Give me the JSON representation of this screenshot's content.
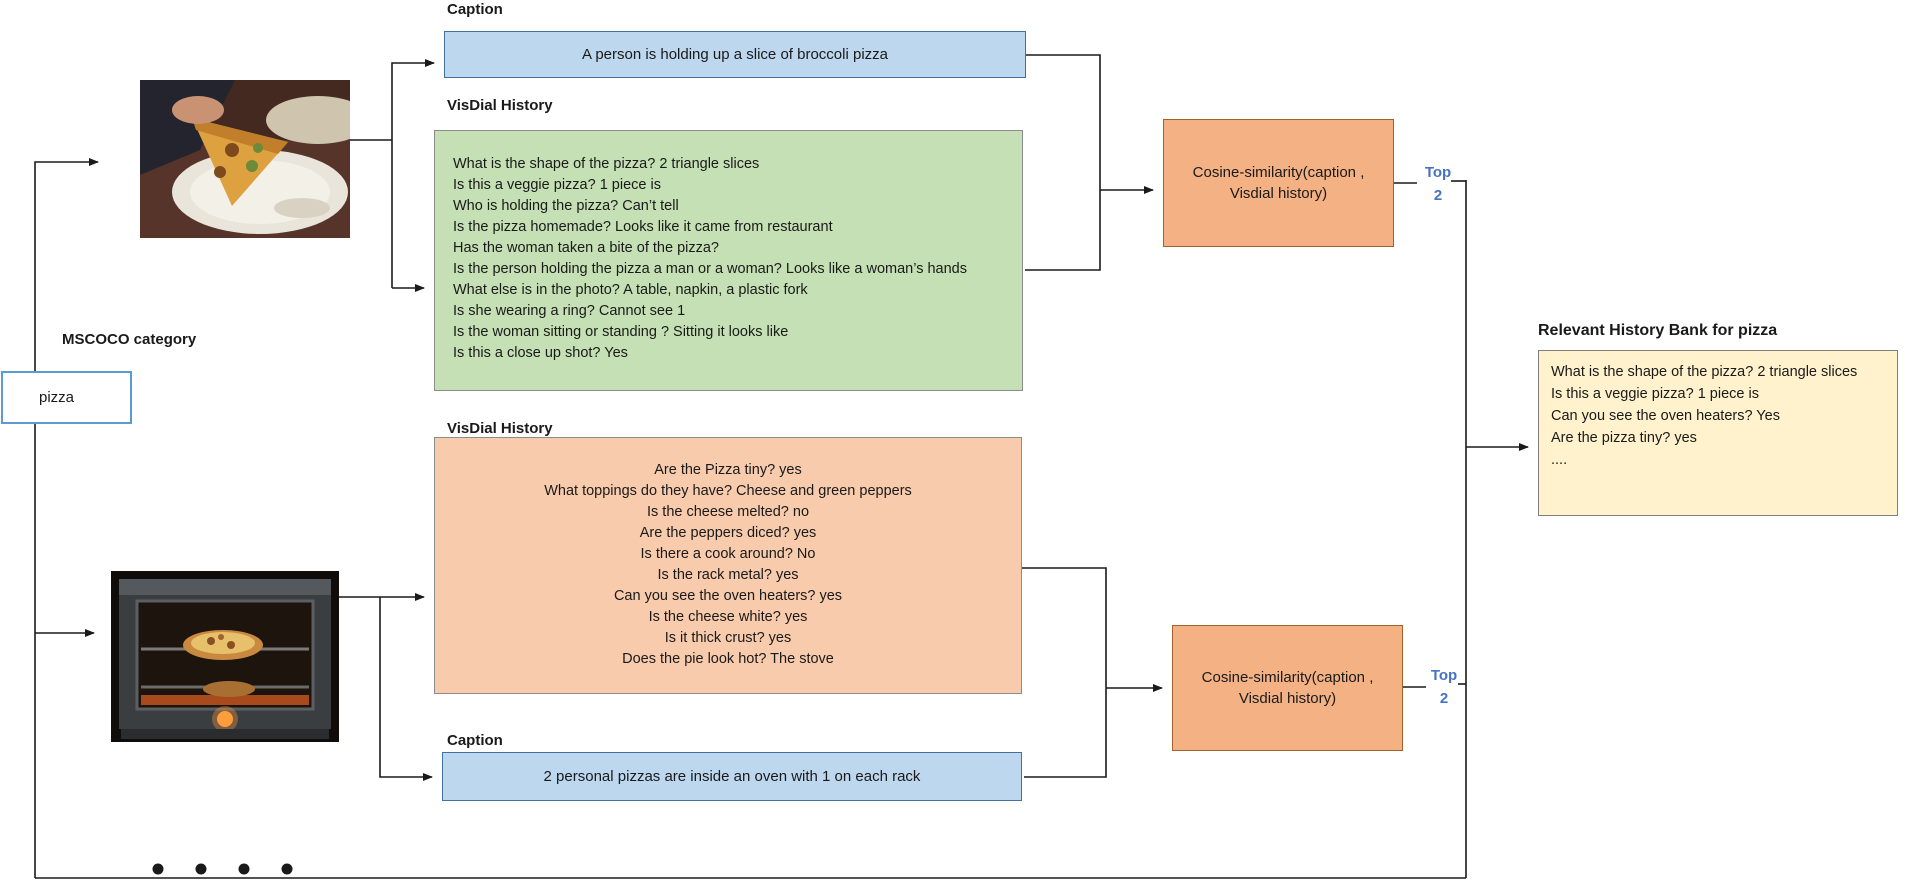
{
  "category_panel": {
    "label": "MSCOCO category",
    "value": "pizza"
  },
  "example1": {
    "image_name": "person holding a slice of pizza over a plate",
    "caption_label": "Caption",
    "caption": "A person is holding up a slice of broccoli pizza",
    "history_label": "VisDial History",
    "history": [
      "What is the shape of the pizza? 2 triangle slices",
      "Is this a veggie pizza? 1 piece is",
      "Who is holding the pizza? Can’t tell",
      "Is the pizza homemade? Looks like it came from restaurant",
      "Has the woman taken a bite of the pizza?",
      "Is the person holding the pizza a man or a woman? Looks like a woman’s hands",
      "What else is in the photo? A table, napkin, a plastic fork",
      "Is she wearing a ring? Cannot see 1",
      "Is the woman sitting or standing ? Sitting it looks like",
      "Is this a close up shot? Yes"
    ],
    "similarity_label": "Cosine-similarity(caption , Visdial history)",
    "top_label": "Top",
    "top_value": "2"
  },
  "example2": {
    "image_name": "pizzas inside an open oven",
    "history_label": "VisDial History",
    "history": [
      "Are the Pizza tiny? yes",
      "What toppings do they have? Cheese and green peppers",
      "Is the cheese melted? no",
      "Are the peppers diced? yes",
      "Is there a cook around? No",
      "Is the rack metal? yes",
      "Can you see the oven heaters? yes",
      "Is the cheese white? yes",
      "Is it thick crust? yes",
      "Does the pie look hot? The stove"
    ],
    "caption_label": "Caption",
    "caption": "2 personal pizzas are inside an oven with 1 on each rack",
    "similarity_label": "Cosine-similarity(caption , Visdial history)",
    "top_label": "Top",
    "top_value": "2"
  },
  "bank": {
    "title": "Relevant History Bank for pizza",
    "lines": [
      "What is the shape of the pizza? 2 triangle slices",
      "Is this a veggie pizza? 1 piece is",
      "Can you see the oven heaters? Yes",
      "Are the pizza tiny? yes",
      "...."
    ]
  },
  "colors": {
    "caption-fill": "#bdd7ee",
    "caption-border": "#41719c",
    "history1-fill": "#c5e0b4",
    "history2-fill": "#f8cbad",
    "history-border": "#8c8c8c",
    "similarity-fill": "#f4b183",
    "similarity-border": "#a0622d",
    "bank-fill": "#fff2cc",
    "bank-border": "#7f7f7f",
    "category-border": "#5b9bd5",
    "top-color": "#4472c4",
    "line-color": "#1a1a1a"
  }
}
